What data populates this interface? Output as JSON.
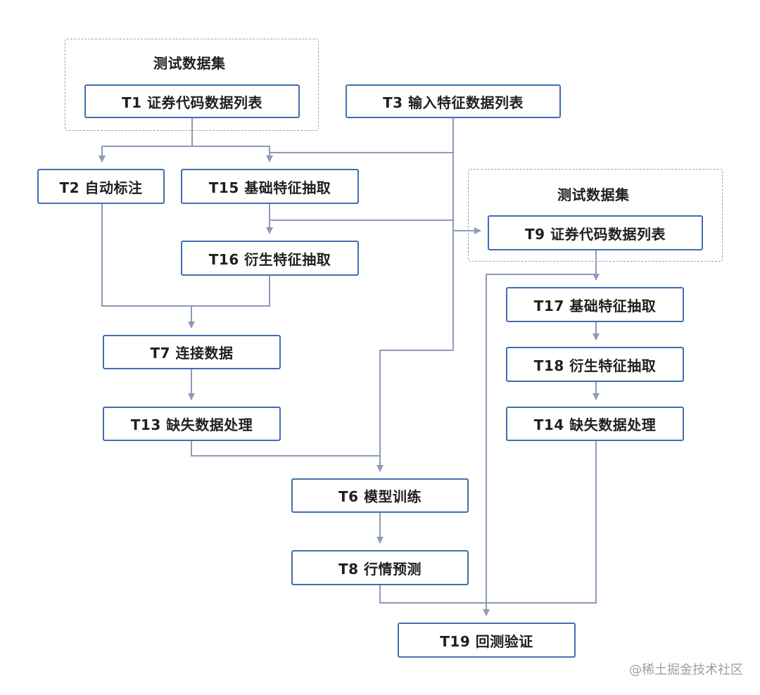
{
  "groups": {
    "test_set_left": "测试数据集",
    "test_set_right": "测试数据集"
  },
  "nodes": {
    "t1": "T1 证券代码数据列表",
    "t3": "T3 输入特征数据列表",
    "t2": "T2 自动标注",
    "t15": "T15 基础特征抽取",
    "t9": "T9 证券代码数据列表",
    "t16": "T16 衍生特征抽取",
    "t17": "T17 基础特征抽取",
    "t7": "T7 连接数据",
    "t18": "T18 衍生特征抽取",
    "t13": "T13 缺失数据处理",
    "t14": "T14 缺失数据处理",
    "t6": "T6 模型训练",
    "t8": "T8 行情预测",
    "t19": "T19 回测验证"
  },
  "watermark": "@稀土掘金技术社区",
  "colors": {
    "node_border": "#3f6fb0",
    "connector": "#8d9bb5",
    "group_border": "#9aa0a8"
  }
}
